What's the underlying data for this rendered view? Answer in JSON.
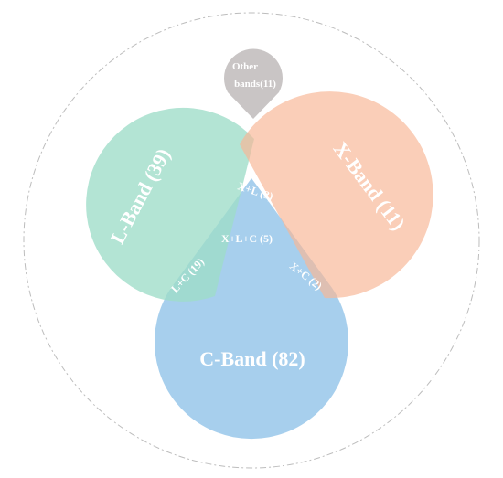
{
  "diagram": {
    "bands": {
      "l_band": "L-Band (39)",
      "x_band": "X-Band (11)",
      "c_band": "C-Band (82)",
      "other_line1": "Other",
      "other_line2": "bands(11)"
    },
    "intersections": {
      "x_l": "X+L (3)",
      "x_l_c": "X+L+C (5)",
      "l_c": "L+C (19)",
      "x_c": "X+C (2)"
    },
    "colors": {
      "l_band": "#9edcc8",
      "x_band": "#f7b796",
      "c_band": "#85bde6",
      "other": "#c9c5c5",
      "boundary": "#bdbdbd"
    }
  }
}
